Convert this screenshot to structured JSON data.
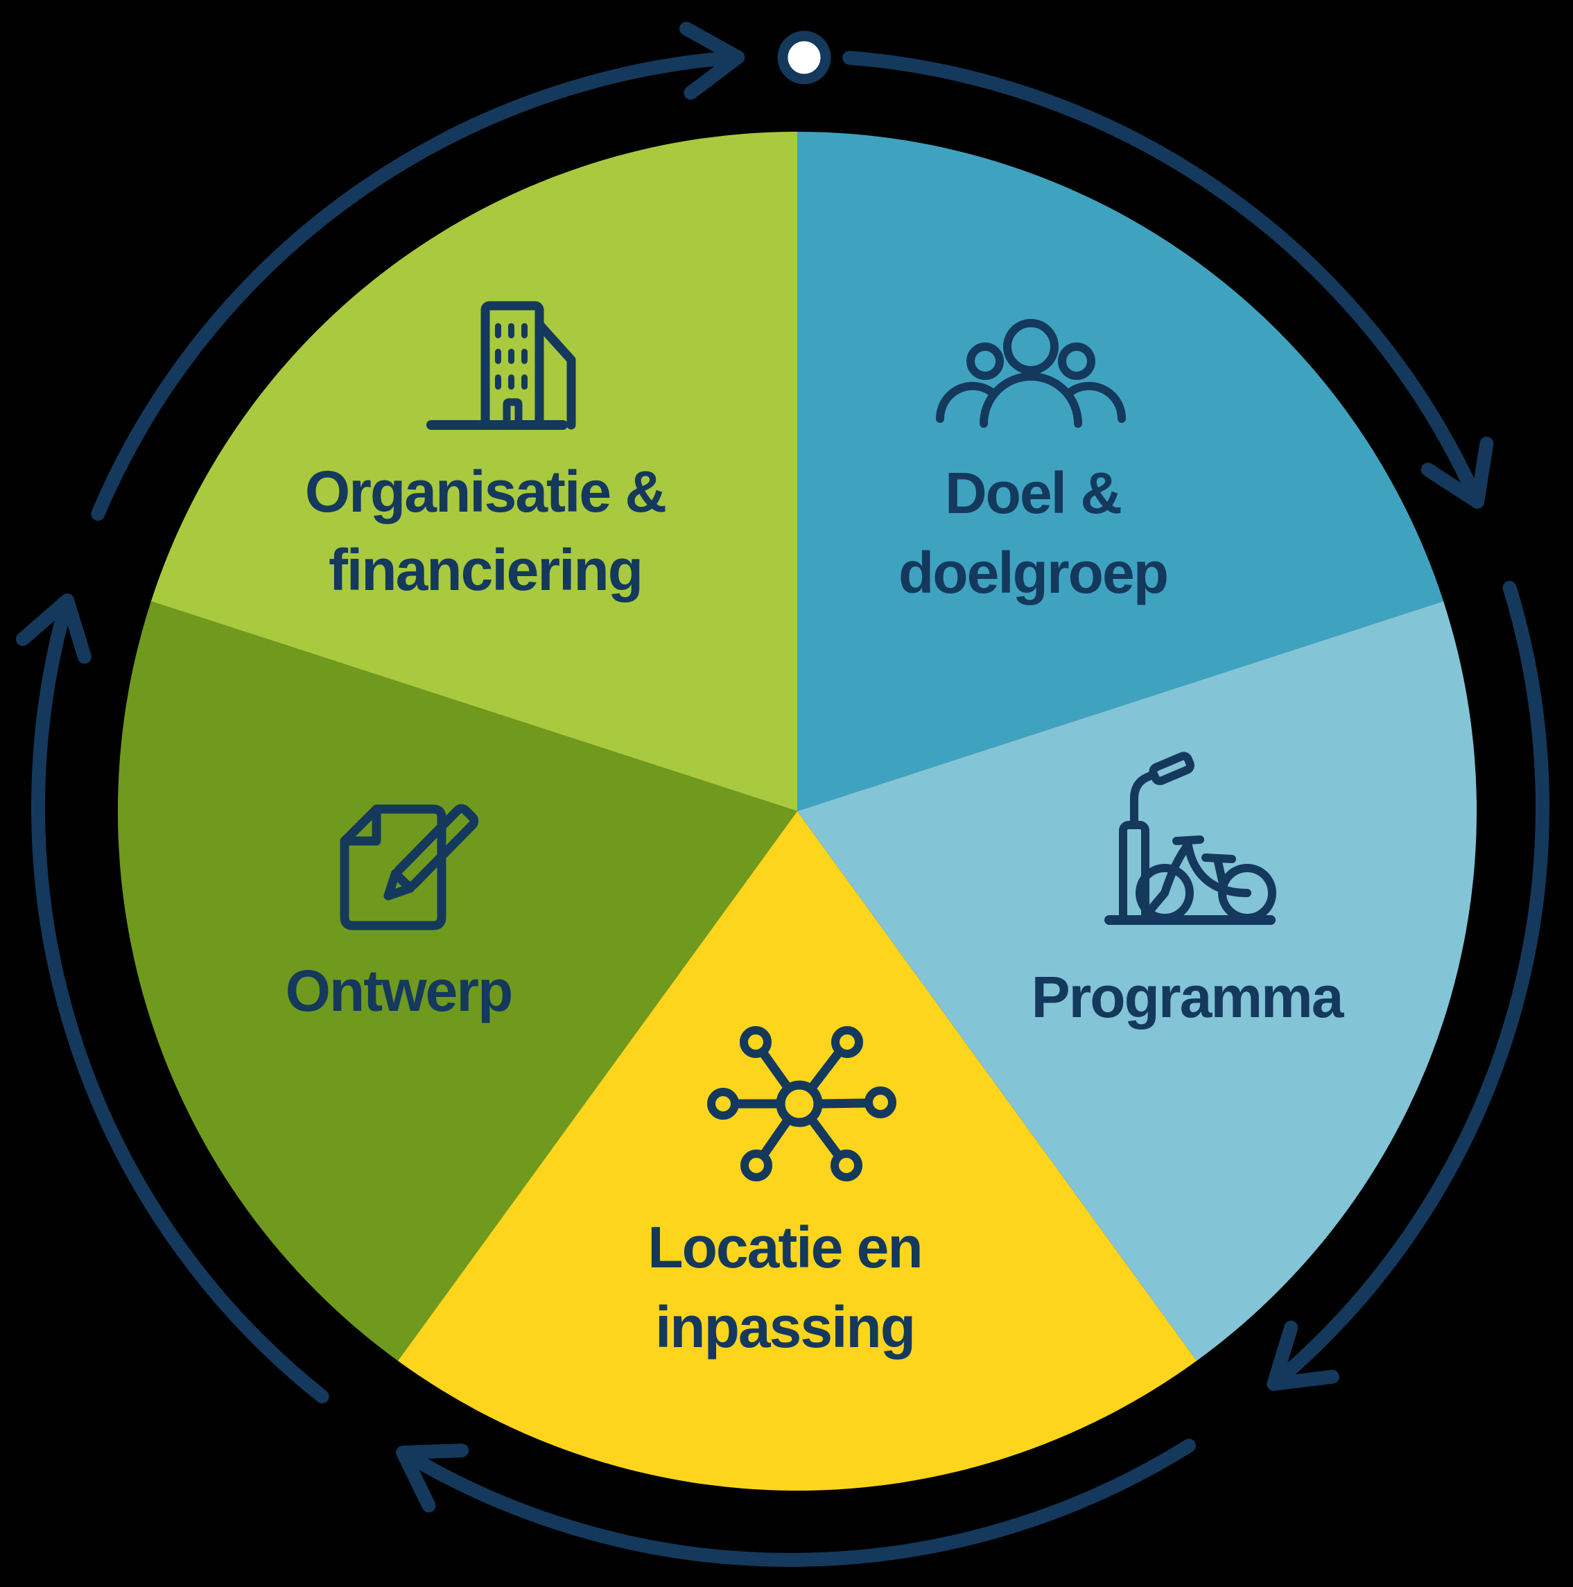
{
  "diagram": {
    "background": "#000000",
    "arrow_color": "#14395c",
    "text_color": "#14395c",
    "icon_color": "#14395c",
    "marker": {
      "fill": "#ffffff",
      "ring": "#14395c"
    },
    "segments": [
      {
        "id": "doel-doelgroep",
        "label_line1": "Doel &",
        "label_line2": "doelgroep",
        "color": "#3fa3c0",
        "icon": "people-icon"
      },
      {
        "id": "programma",
        "label_line1": "Programma",
        "label_line2": "",
        "color": "#83c4d7",
        "icon": "bicycle-parking-icon"
      },
      {
        "id": "locatie-en-inpassing",
        "label_line1": "Locatie en",
        "label_line2": "inpassing",
        "color": "#fdd51d",
        "icon": "network-hub-icon"
      },
      {
        "id": "ontwerp",
        "label_line1": "Ontwerp",
        "label_line2": "",
        "color": "#6f9a1e",
        "icon": "document-pencil-icon"
      },
      {
        "id": "organisatie-financiering",
        "label_line1": "Organisatie &",
        "label_line2": "financiering",
        "color": "#a9c93f",
        "icon": "building-icon"
      }
    ]
  }
}
